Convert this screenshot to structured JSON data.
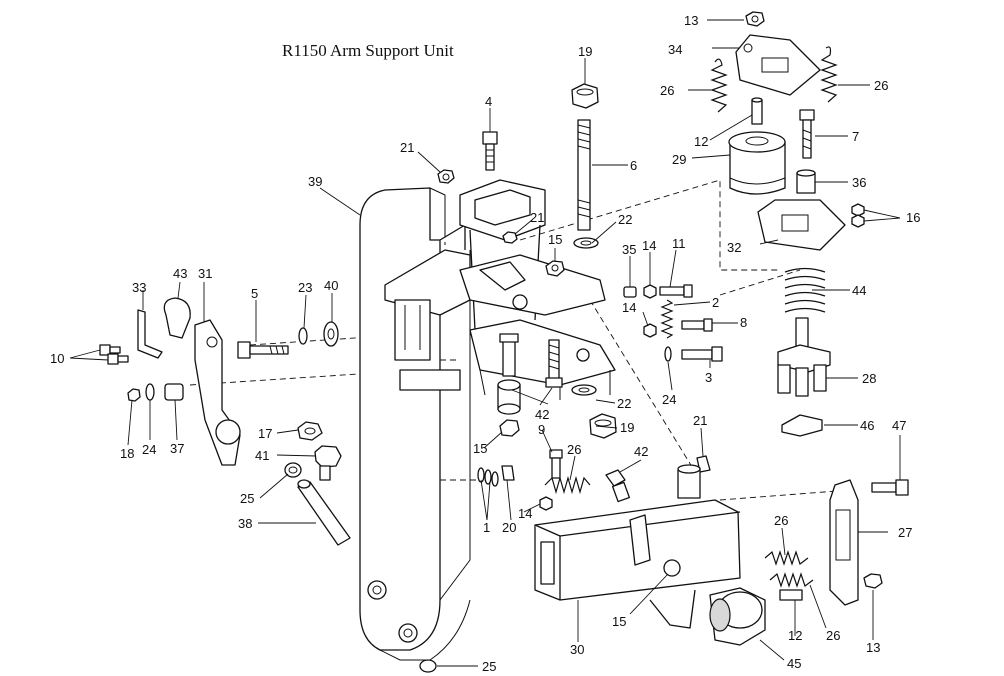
{
  "title": "R1150  Arm Support Unit",
  "callouts": {
    "c13a": "13",
    "c34": "34",
    "c26a": "26",
    "c26b": "26",
    "c19": "19",
    "c4": "4",
    "c12a": "12",
    "c7": "7",
    "c29": "29",
    "c21a": "21",
    "c6": "6",
    "c36": "36",
    "c39": "39",
    "c16": "16",
    "c21b": "21",
    "c22a": "22",
    "c15a": "15",
    "c32": "32",
    "c35": "35",
    "c14a": "14",
    "c11": "11",
    "c33": "33",
    "c43": "43",
    "c31": "31",
    "c5": "5",
    "c23": "23",
    "c40": "40",
    "c44": "44",
    "c2": "2",
    "c14b": "14",
    "c8": "8",
    "c10": "10",
    "c28": "28",
    "c24a": "24",
    "c3": "3",
    "c42a": "42",
    "c22b": "22",
    "c18": "18",
    "c24b": "24",
    "c37": "37",
    "c17": "17",
    "c15b": "15",
    "c9": "9",
    "c19b": "19",
    "c46": "46",
    "c21c": "21",
    "c47": "47",
    "c41": "41",
    "c26c": "26",
    "c42b": "42",
    "c25a": "25",
    "c14c": "14",
    "c1": "1",
    "c20": "20",
    "c27": "27",
    "c38": "38",
    "c26d": "26",
    "c15c": "15",
    "c12b": "12",
    "c30": "30",
    "c45": "45",
    "c13b": "13",
    "c25b": "25"
  }
}
